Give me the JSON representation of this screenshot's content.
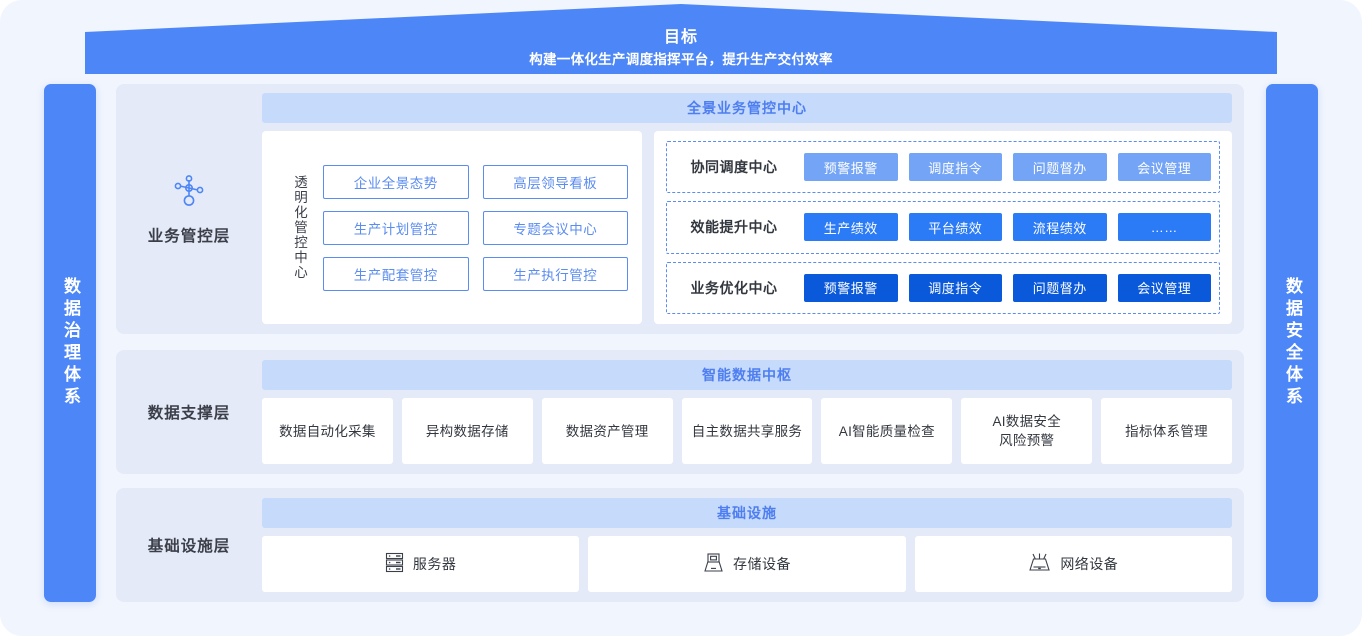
{
  "banner": {
    "title": "目标",
    "subtitle": "构建一体化生产调度指挥平台，提升生产交付效率"
  },
  "pillars": {
    "left": "数据治理体系",
    "right": "数据安全体系"
  },
  "colors": {
    "page_bg": "#f1f5fd",
    "accent": "#4d86f7",
    "panel_bg": "#e5eaf8",
    "strip_bg": "#c6daFB",
    "tone_light": "#74a4f6",
    "tone_medium": "#2b7bf6",
    "tone_deep": "#0a59db"
  },
  "layers": {
    "business": {
      "label": "业务管控层",
      "icon": "node-network-icon",
      "strip_title": "全景业务管控中心",
      "left_group": {
        "vertical_label": "透明化管控中心",
        "items": [
          "企业全景态势",
          "高层领导看板",
          "生产计划管控",
          "专题会议中心",
          "生产配套管控",
          "生产执行管控"
        ]
      },
      "right_groups": [
        {
          "name": "协同调度中心",
          "tone": "tone-1",
          "chips": [
            "预警报警",
            "调度指令",
            "问题督办",
            "会议管理"
          ]
        },
        {
          "name": "效能提升中心",
          "tone": "tone-2",
          "chips": [
            "生产绩效",
            "平台绩效",
            "流程绩效",
            "……"
          ]
        },
        {
          "name": "业务优化中心",
          "tone": "tone-3",
          "chips": [
            "预警报警",
            "调度指令",
            "问题督办",
            "会议管理"
          ]
        }
      ]
    },
    "data": {
      "label": "数据支撑层",
      "strip_title": "智能数据中枢",
      "cards": [
        "数据自动化采集",
        "异构数据存储",
        "数据资产管理",
        "自主数据共享服务",
        "AI智能质量检查",
        "AI数据安全\n风险预警",
        "指标体系管理"
      ]
    },
    "infra": {
      "label": "基础设施层",
      "strip_title": "基础设施",
      "cards": [
        {
          "label": "服务器",
          "icon": "server-icon"
        },
        {
          "label": "存储设备",
          "icon": "storage-icon"
        },
        {
          "label": "网络设备",
          "icon": "router-icon"
        }
      ]
    }
  }
}
